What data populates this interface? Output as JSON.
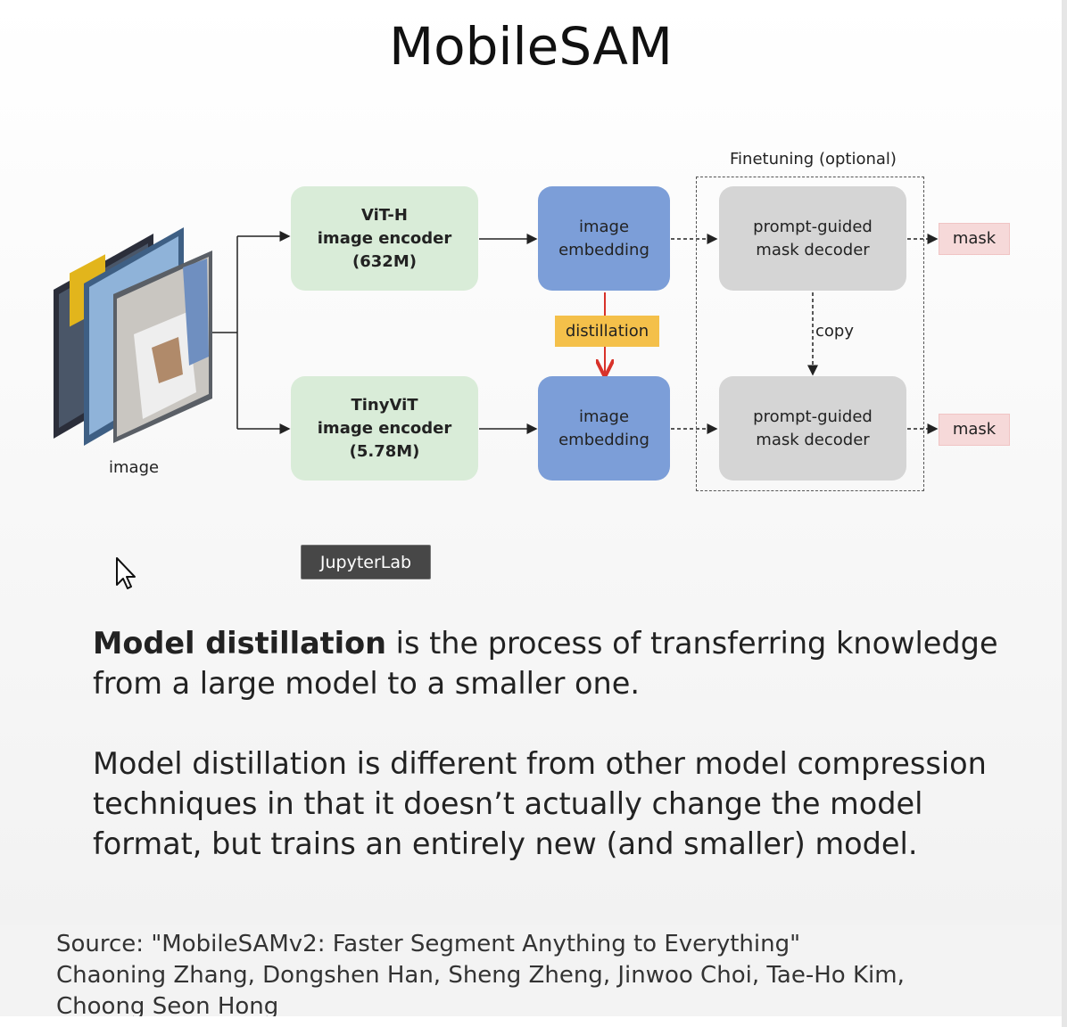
{
  "slide": {
    "title": "MobileSAM"
  },
  "diagram": {
    "image_label": "image",
    "teacher_encoder": {
      "name": "ViT-H",
      "line2": "image encoder",
      "line3": "(632M)"
    },
    "student_encoder": {
      "name": "TinyViT",
      "line2": "image encoder",
      "line3": "(5.78M)"
    },
    "embedding_top": "image\nembedding",
    "embedding_bottom": "image\nembedding",
    "distillation_label": "distillation",
    "decoder_top": "prompt-guided\nmask decoder",
    "decoder_bottom": "prompt-guided\nmask decoder",
    "copy_label": "copy",
    "finetuning_label": "Finetuning (optional)",
    "mask_top": "mask",
    "mask_bottom": "mask"
  },
  "tooltip": {
    "text": "JupyterLab"
  },
  "body": {
    "para1_bold": "Model distillation",
    "para1_rest": " is the process of transferring knowledge from a large model to a smaller one.",
    "para2": "Model distillation is different from other model compression techniques in that it doesn’t actually change the model format, but trains an entirely new (and smaller) model."
  },
  "source": {
    "line1": "Source: \"MobileSAMv2: Faster Segment Anything to Everything\"",
    "line2": "Chaoning Zhang, Dongshen Han, Sheng Zheng, Jinwoo Choi, Tae-Ho Kim,",
    "line3": "Choong Seon Hong"
  },
  "colors": {
    "encoder_green": "#d9ecd8",
    "embedding_blue": "#7c9ed8",
    "decoder_gray": "#d5d5d5",
    "mask_pink": "#f6d9d9",
    "distillation_yellow": "#f4c04a",
    "distillation_arrow_red": "#d8322a"
  },
  "icons": {
    "cursor": "mouse-pointer-icon"
  }
}
